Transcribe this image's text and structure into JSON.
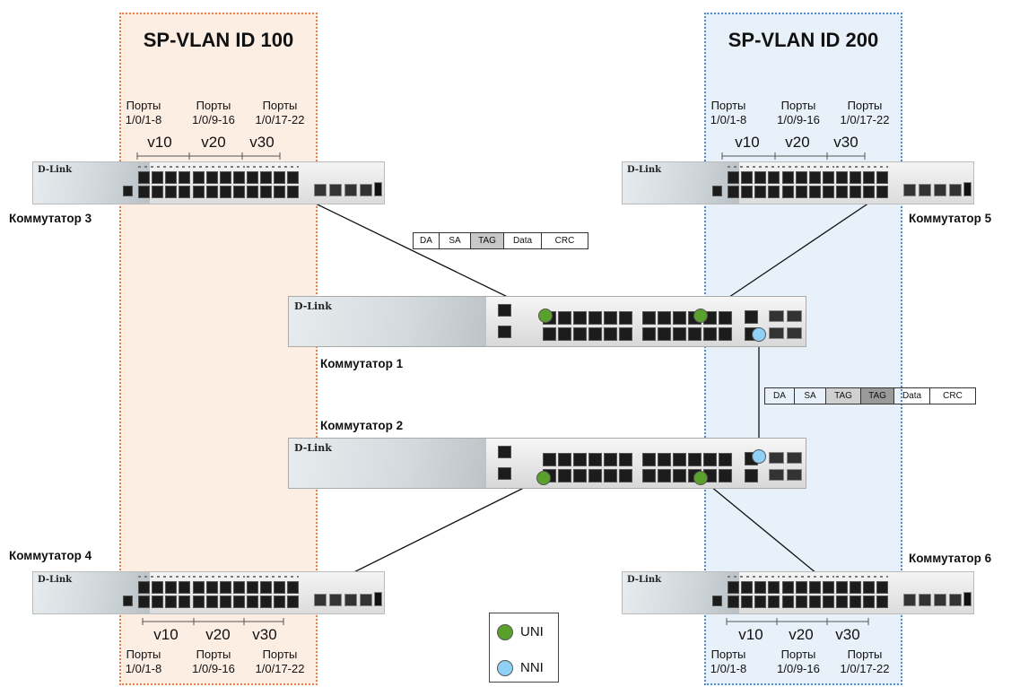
{
  "zones": [
    {
      "title": "SP-VLAN ID 100",
      "color": "#e8804a"
    },
    {
      "title": "SP-VLAN ID 200",
      "color": "#4a8ed0"
    }
  ],
  "port_groups": [
    {
      "prefix": "Порты",
      "range": "1/0/1-8",
      "vlan": "v10"
    },
    {
      "prefix": "Порты",
      "range": "1/0/9-16",
      "vlan": "v20"
    },
    {
      "prefix": "Порты",
      "range": "1/0/17-22",
      "vlan": "v30"
    }
  ],
  "switches": {
    "sw1": "Коммутатор 1",
    "sw2": "Коммутатор 2",
    "sw3": "Коммутатор 3",
    "sw4": "Коммутатор 4",
    "sw5": "Коммутатор 5",
    "sw6": "Коммутатор 6"
  },
  "brand": "D-Link",
  "packet_single": [
    "DA",
    "SA",
    "TAG",
    "Data",
    "CRC"
  ],
  "packet_double": [
    "DA",
    "SA",
    "TAG",
    "TAG",
    "Data",
    "CRC"
  ],
  "legend": {
    "uni": {
      "label": "UNI",
      "color": "#5aa02c"
    },
    "nni": {
      "label": "NNI",
      "color": "#8fd0f5"
    }
  }
}
